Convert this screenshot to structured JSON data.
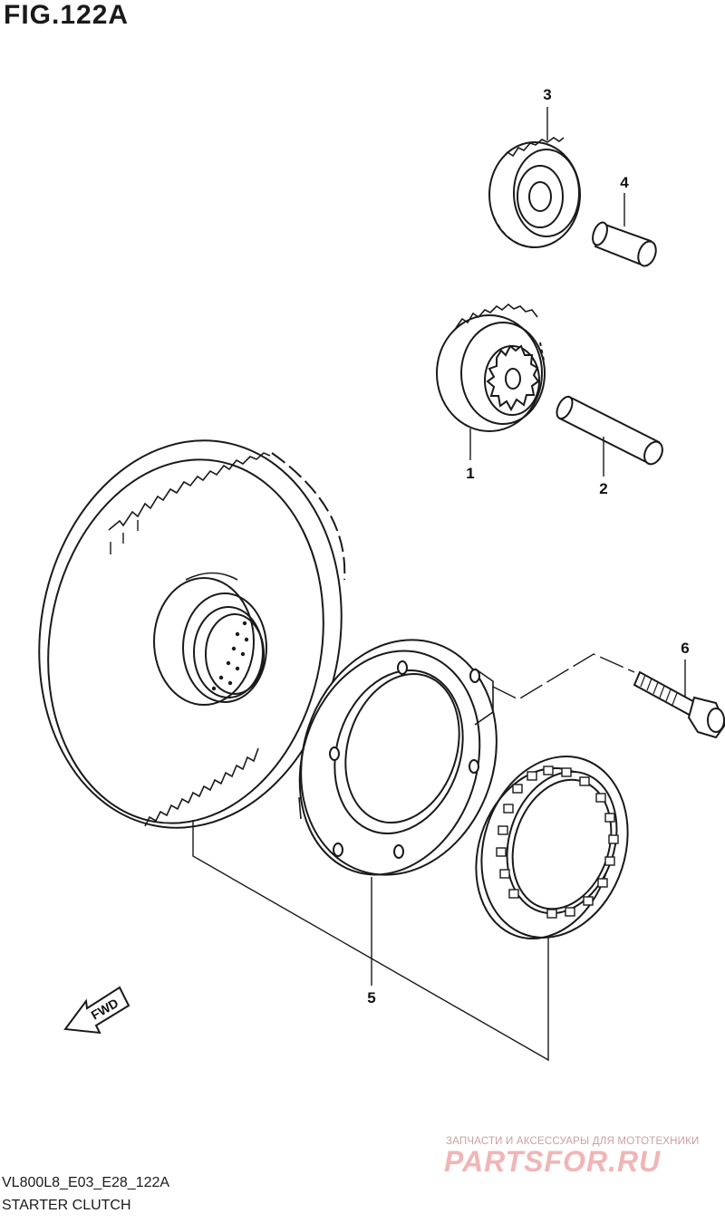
{
  "figure": {
    "title": "FIG.122A",
    "code": "VL800L8_E03_E28_122A",
    "caption": "STARTER CLUTCH"
  },
  "callouts": [
    "1",
    "2",
    "3",
    "4",
    "5",
    "6"
  ],
  "fwd_label": "FWD",
  "watermark": {
    "tagline": "ЗАПЧАСТИ И АКСЕССУАРЫ ДЛЯ МОТОТЕХНИКИ",
    "logo": "PARTSFOR.RU"
  }
}
